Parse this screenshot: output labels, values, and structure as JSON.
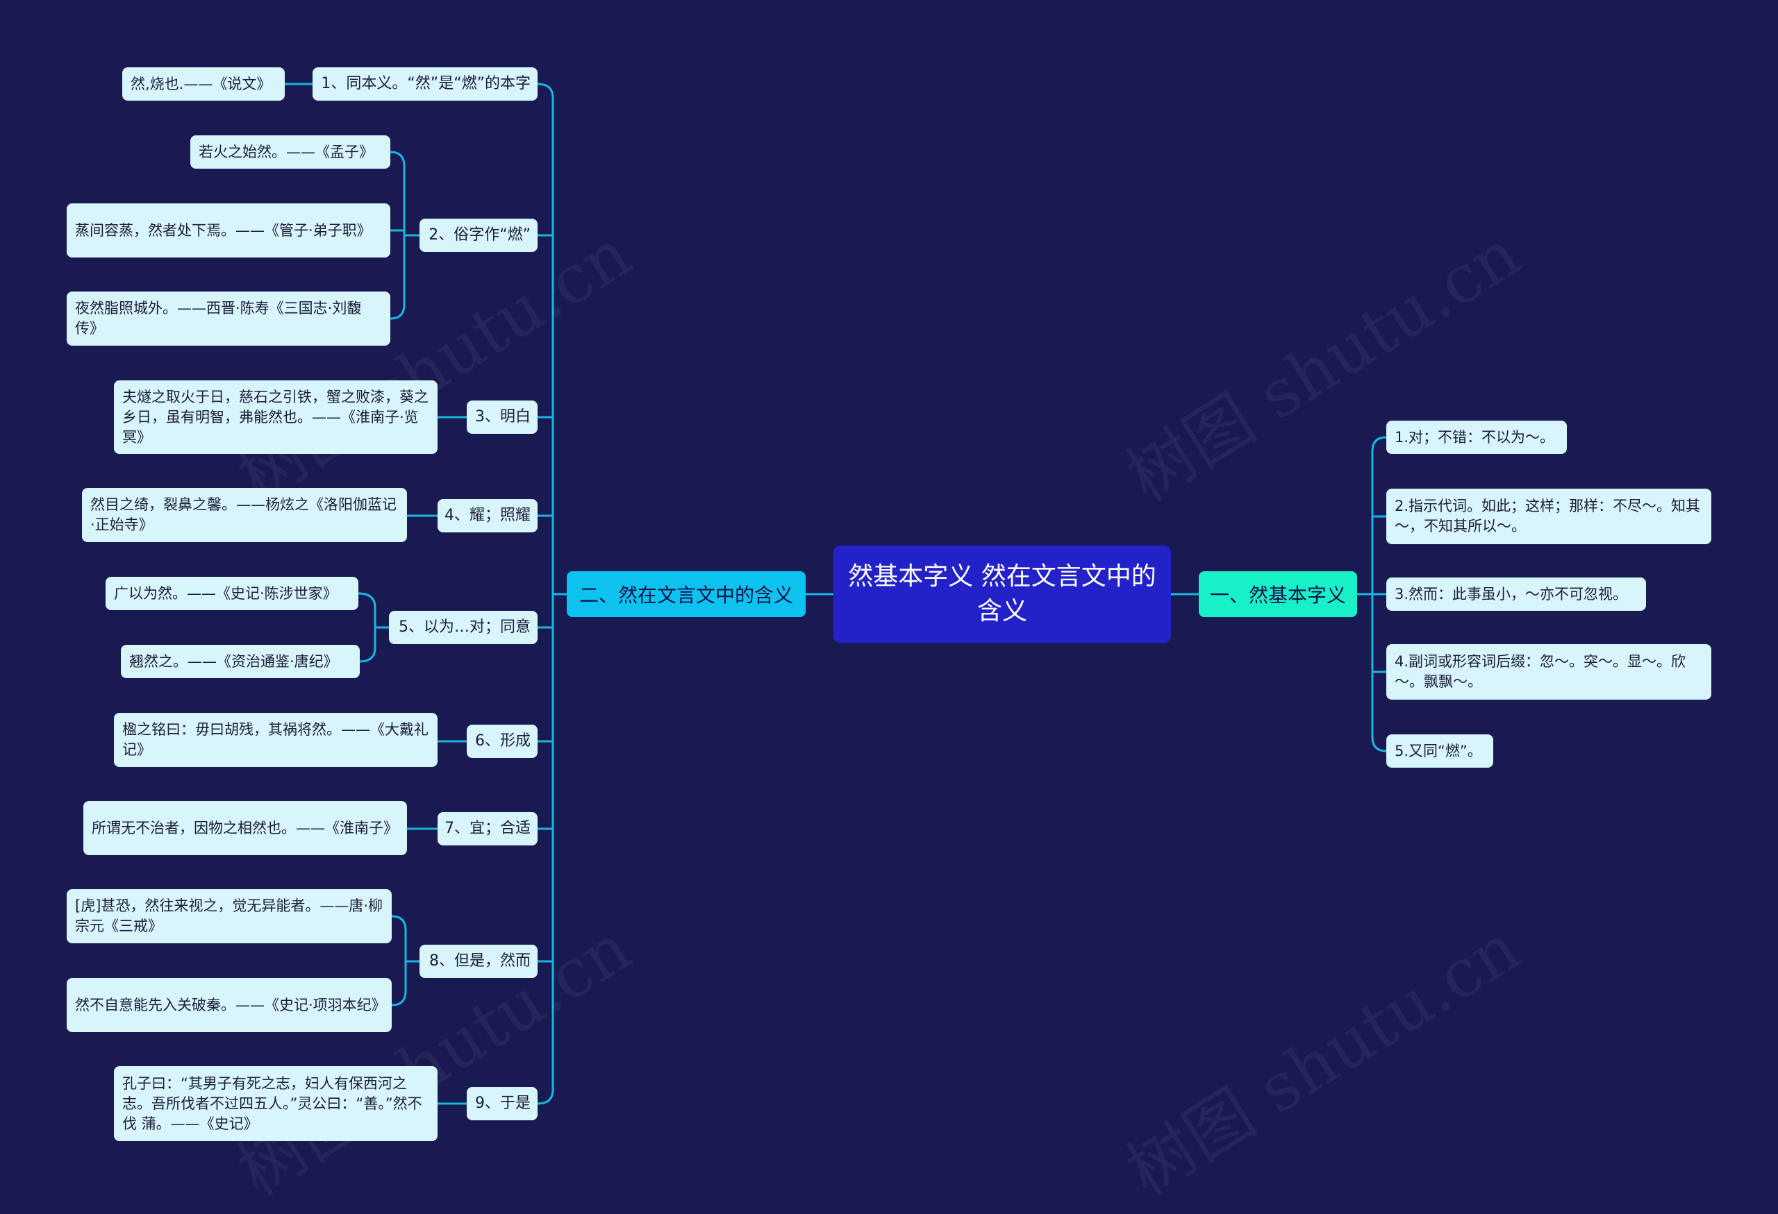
{
  "root": {
    "title": "然基本字义 然在文言文中的含义"
  },
  "right_branch": {
    "label": "一、然基本字义",
    "items": [
      "1.对；不错：不以为～。",
      "2.指示代词。如此；这样；那样：不尽～。知其～，不知其所以～。",
      "3.然而：此事虽小，～亦不可忽视。",
      "4.副词或形容词后缀：忽～。突～。显～。欣～。飘飘～。",
      "5.又同“燃”。"
    ]
  },
  "left_branch": {
    "label": "二、然在文言文中的含义",
    "items": [
      {
        "label": "1、同本义。“然”是“燃”的本字",
        "examples": [
          "然,烧也.——《说文》"
        ]
      },
      {
        "label": "2、俗字作“燃”",
        "examples": [
          "若火之始然。——《孟子》",
          "蒸间容蒸，然者处下焉。——《管子·弟子职》",
          "夜然脂照城外。——西晋·陈寿《三国志·刘馥传》"
        ]
      },
      {
        "label": "3、明白",
        "examples": [
          "夫燧之取火于日，慈石之引铁，蟹之败漆，葵之乡日，虽有明智，弗能然也。——《淮南子·览冥》"
        ]
      },
      {
        "label": "4、耀；照耀",
        "examples": [
          "然目之绮，裂鼻之馨。——杨炫之《洛阳伽蓝记·正始寺》"
        ]
      },
      {
        "label": "5、以为…对；同意",
        "examples": [
          "广以为然。——《史记·陈涉世家》",
          "翘然之。——《资治通鉴·唐纪》"
        ]
      },
      {
        "label": "6、形成",
        "examples": [
          "楹之铭曰：毋曰胡残，其祸将然。——《大戴礼记》"
        ]
      },
      {
        "label": "7、宜；合适",
        "examples": [
          "所谓无不治者，因物之相然也。——《淮南子》"
        ]
      },
      {
        "label": "8、但是，然而",
        "examples": [
          "[虎]甚恐，然往来视之，觉无异能者。——唐·柳宗元《三戒》",
          "然不自意能先入关破秦。——《史记·项羽本纪》"
        ]
      },
      {
        "label": "9、于是",
        "examples": [
          "孔子曰：“其男子有死之志，妇人有保西河之志。吾所伐者不过四五人。”灵公曰：“善。”然不伐 蒲。——《史记》"
        ]
      }
    ]
  },
  "watermark": "树图 shutu.cn",
  "colors": {
    "background": "#1a1a52",
    "root": "#2222c8",
    "left_main": "#0bc3ee",
    "right_main": "#18f0c8",
    "node": "#d8f5fb",
    "connector": "#17b6e0"
  }
}
